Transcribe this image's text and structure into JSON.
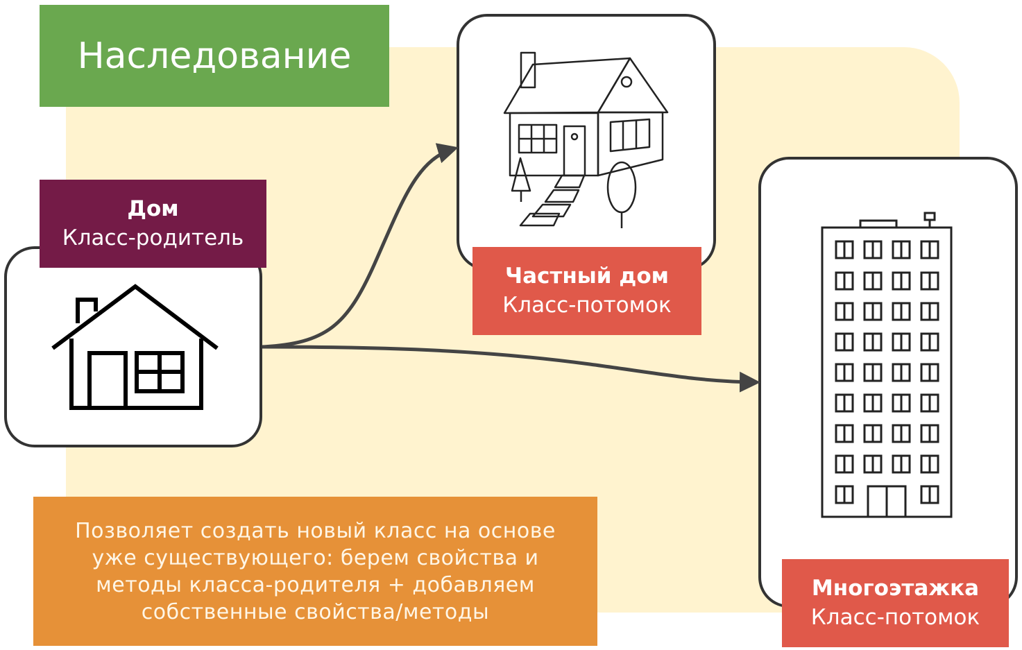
{
  "title": "Наследование",
  "parent": {
    "name": "Дом",
    "role": "Класс-родитель"
  },
  "children": [
    {
      "name": "Частный дом",
      "role": "Класс-потомок"
    },
    {
      "name": "Многоэтажка",
      "role": "Класс-потомок"
    }
  ],
  "description": "Позволяет создать новый класс на основе\nуже существующего: берем свойства и\nметоды класса-родителя + добавляем\nсобственные свойства/методы",
  "colors": {
    "title_bg": "#6aa84f",
    "parent_label_bg": "#741b47",
    "child_label_bg": "#e0594a",
    "description_bg": "#e69138",
    "panel_bg": "#fff3cf"
  }
}
